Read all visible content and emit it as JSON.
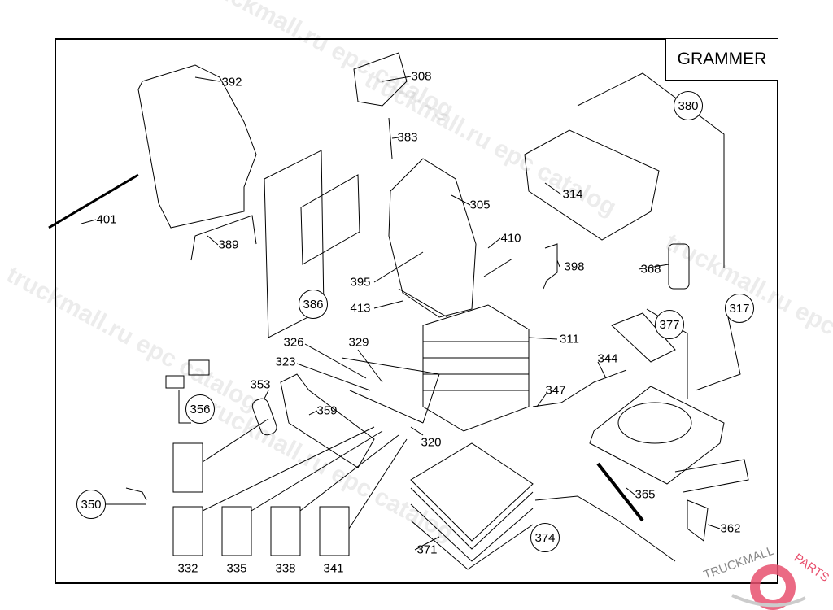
{
  "brand": "GRAMMER",
  "watermark": "truckmall.ru epc catalog",
  "logo_text": "TRUCKMALLPARTS",
  "colors": {
    "logo": "#e8506e",
    "line": "#000000"
  },
  "labels": [
    "392",
    "308",
    "383",
    "305",
    "314",
    "410",
    "398",
    "368",
    "395",
    "413",
    "401",
    "389",
    "311",
    "326",
    "329",
    "323",
    "344",
    "353",
    "359",
    "347",
    "320",
    "365",
    "362",
    "371",
    "332",
    "335",
    "338",
    "341"
  ],
  "circled": [
    "380",
    "386",
    "356",
    "350",
    "377",
    "317",
    "374"
  ]
}
